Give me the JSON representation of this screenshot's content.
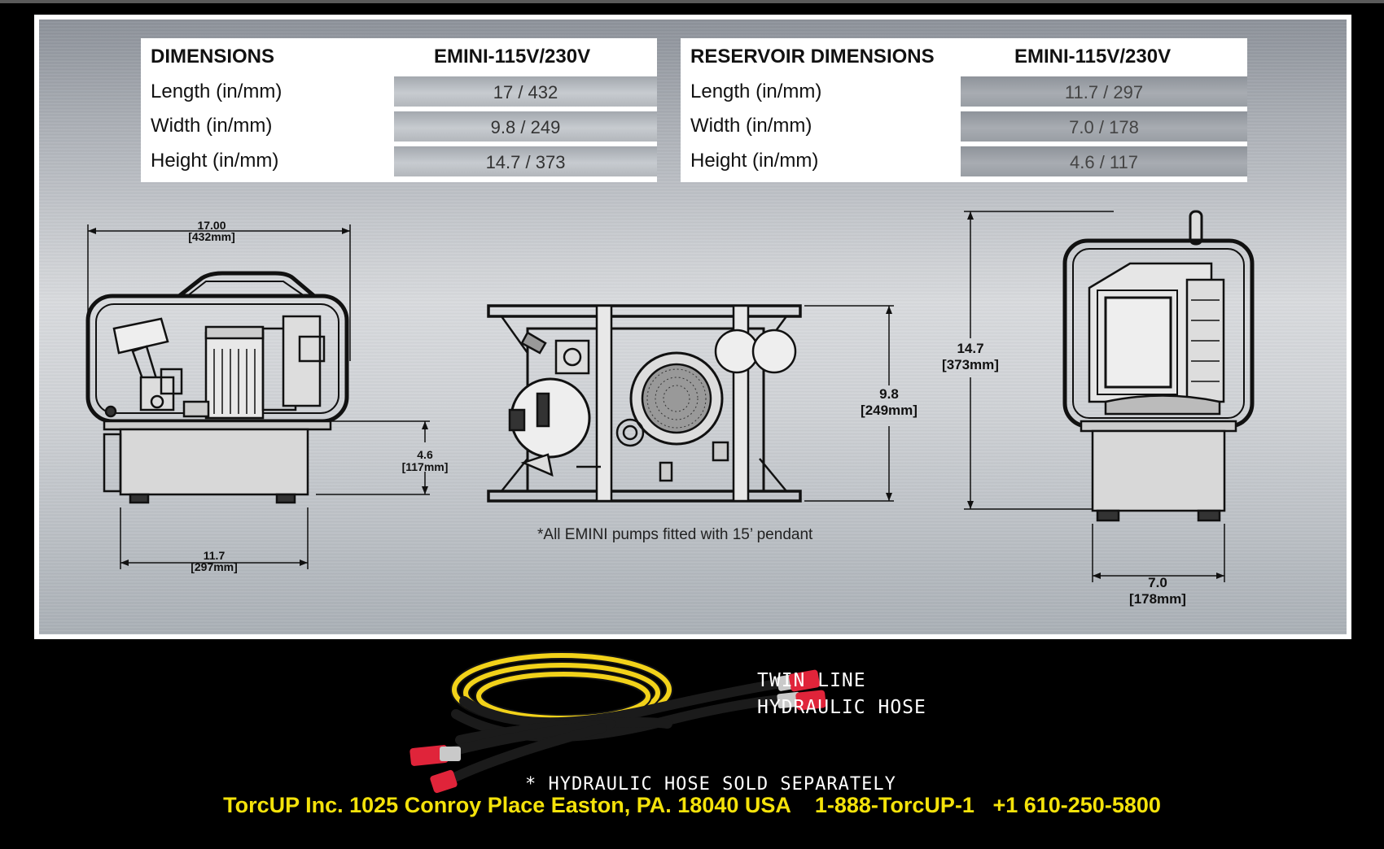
{
  "table_left": {
    "header_label": "DIMENSIONS",
    "header_model": "EMINI-115V/230V",
    "rows": [
      {
        "label": "Length (in/mm)",
        "value": "17 / 432"
      },
      {
        "label": "Width (in/mm)",
        "value": "9.8 / 249"
      },
      {
        "label": "Height (in/mm)",
        "value": "14.7 / 373"
      }
    ]
  },
  "table_right": {
    "header_label": "RESERVOIR DIMENSIONS",
    "header_model": "EMINI-115V/230V",
    "rows": [
      {
        "label": "Length (in/mm)",
        "value": "11.7 / 297"
      },
      {
        "label": "Width (in/mm)",
        "value": "7.0 / 178"
      },
      {
        "label": "Height (in/mm)",
        "value": "4.6 / 117"
      }
    ]
  },
  "drawing_dims": {
    "length_in": "17.00",
    "length_mm": "[432mm]",
    "res_height_in": "4.6",
    "res_height_mm": "[117mm]",
    "res_length_in": "11.7",
    "res_length_mm": "[297mm]",
    "width_in": "9.8",
    "width_mm": "[249mm]",
    "height_in": "14.7",
    "height_mm": "[373mm]",
    "res_width_in": "7.0",
    "res_width_mm": "[178mm]"
  },
  "pendant_note": "*All EMINI pumps fitted with 15’ pendant",
  "hose": {
    "line1": "TWIN LINE",
    "line2": "HYDRAULIC HOSE",
    "sold_separately": "* HYDRAULIC HOSE SOLD SEPARATELY"
  },
  "contact_line": "TorcUP Inc. 1025 Conroy Place Easton, PA. 18040 USA    1-888-TorcUP-1   +1 610-250-5800",
  "colors": {
    "background": "#000000",
    "contact_text": "#f4e20a",
    "hose_yellow": "#f2d21a",
    "hose_black": "#111111",
    "fitting_red": "#e0243a"
  }
}
